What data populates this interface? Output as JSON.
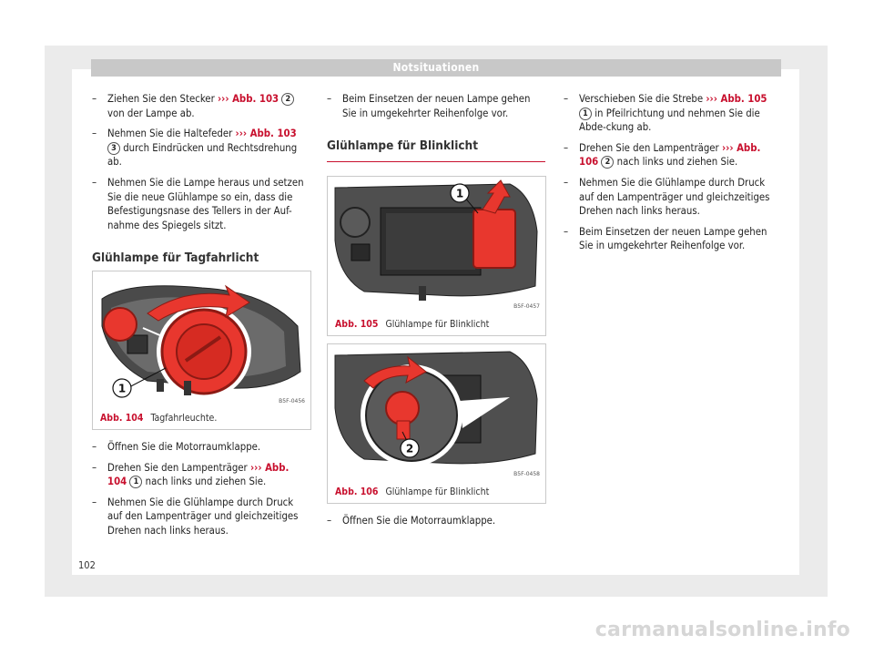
{
  "header": {
    "title": "Notsituationen"
  },
  "col1": {
    "item1": {
      "pre": "Ziehen Sie den Stecker ",
      "ref": "››› Abb. 103",
      "num": "2",
      "post": " von der Lampe ab."
    },
    "item2": {
      "pre": "Nehmen Sie die Haltefeder ",
      "ref": "››› Abb. 103",
      "num": "3",
      "post": " durch Eindrücken und Rechtsdrehung ab."
    },
    "item3": {
      "text": "Nehmen Sie die Lampe heraus und setzen Sie die neue Glühlampe so ein, dass die Befestigungsnase des Tellers in der Auf-nahme des Spiegels sitzt."
    },
    "section_title": "Glühlampe für Tagfahrlicht"
  },
  "fig104": {
    "label": "Abb. 104",
    "caption": "Tagfahrleuchte.",
    "code": "B5F-0456",
    "callout": "1"
  },
  "col1b": {
    "item1": {
      "text": "Öffnen Sie die Motorraumklappe."
    },
    "item2": {
      "pre": "Drehen Sie den Lampenträger ",
      "ref": "››› Abb. 104",
      "num": "1",
      "post": " nach links und ziehen Sie."
    },
    "item3": {
      "text": "Nehmen Sie die Glühlampe durch Druck auf den Lampenträger und gleichzeitiges Drehen nach links heraus."
    }
  },
  "col2": {
    "item1": {
      "text": "Beim Einsetzen der neuen Lampe gehen Sie in umgekehrter Reihenfolge vor."
    },
    "section_title": "Glühlampe für Blinklicht"
  },
  "fig105": {
    "label": "Abb. 105",
    "caption": "Glühlampe für Blinklicht",
    "code": "B5F-0457",
    "callout": "1"
  },
  "fig106": {
    "label": "Abb. 106",
    "caption": "Glühlampe für Blinklicht",
    "code": "B5F-0458",
    "callout": "2"
  },
  "col2b": {
    "item1": {
      "text": "Öffnen Sie die Motorraumklappe."
    }
  },
  "col3": {
    "item1": {
      "pre": "Verschieben Sie die Strebe ",
      "ref": "››› Abb. 105",
      "num": "1",
      "post": " in Pfeilrichtung und nehmen Sie die Abde-ckung ab."
    },
    "item2": {
      "pre": "Drehen Sie den Lampenträger ",
      "ref": "››› Abb. 106",
      "num": "2",
      "post": " nach links und ziehen Sie."
    },
    "item3": {
      "text": "Nehmen Sie die Glühlampe durch Druck auf den Lampenträger und gleichzeitiges Drehen nach links heraus."
    },
    "item4": {
      "text": "Beim Einsetzen der neuen Lampe gehen Sie in umgekehrter Reihenfolge vor."
    }
  },
  "page_number": "102",
  "watermark": "carmanualsonline.info",
  "colors": {
    "accent": "#c8102e",
    "header": "#c8c8c8"
  }
}
